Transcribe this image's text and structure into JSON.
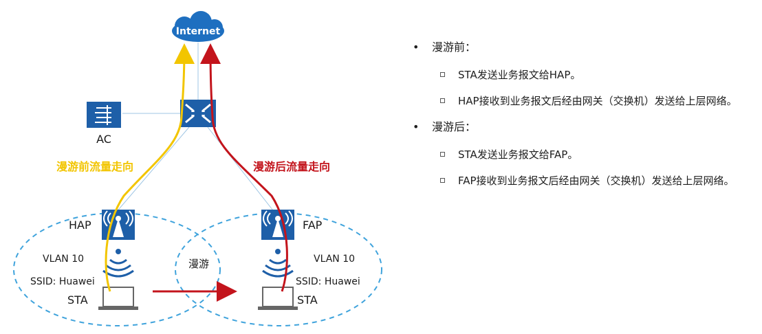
{
  "diagram": {
    "internet": "Internet",
    "ac": "AC",
    "before_flow": "漫游前流量走向",
    "after_flow": "漫游后流量走向",
    "hap": "HAP",
    "fap": "FAP",
    "vlan_left": "VLAN 10",
    "vlan_right": "VLAN 10",
    "ssid_left": "SSID: Huawei",
    "ssid_right": "SSID: Huawei",
    "sta_left": "STA",
    "sta_right": "STA",
    "roaming": "漫游",
    "colors": {
      "before": "#f2c500",
      "after": "#c3141c",
      "device": "#1e5fa8",
      "cell": "#3fa3dc",
      "link": "#9fc6e4"
    }
  },
  "bullets": [
    {
      "title": "漫游前：",
      "items": [
        "STA发送业务报文给HAP。",
        "HAP接收到业务报文后经由网关（交换机）发送给上层网络。"
      ]
    },
    {
      "title": "漫游后：",
      "items": [
        "STA发送业务报文给FAP。",
        "FAP接收到业务报文后经由网关（交换机）发送给上层网络。"
      ]
    }
  ]
}
